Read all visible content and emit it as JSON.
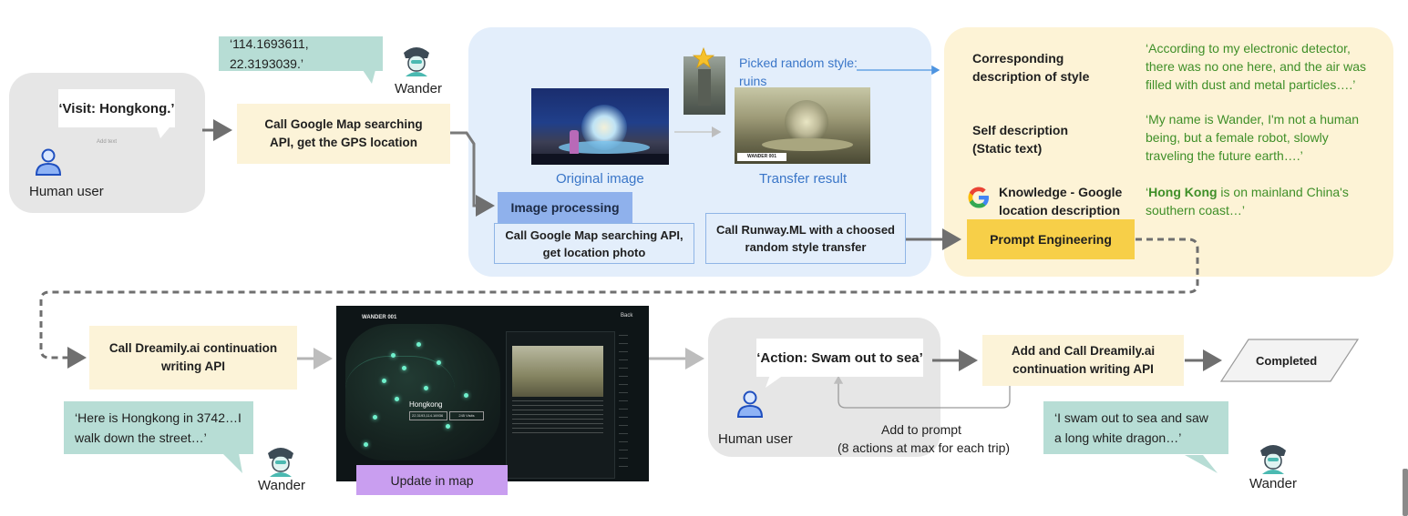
{
  "left": {
    "visit_quote": "‘Visit: Hongkong.’",
    "add_text": "Add text",
    "human_user": "Human user",
    "coords_quote": "‘114.1693611,  22.3193039.’",
    "wander": "Wander",
    "call_map_api": "Call Google Map searching API, get the GPS location"
  },
  "image_panel": {
    "picked_style": "Picked random style: ruins",
    "original_image": "Original image",
    "transfer_result": "Transfer result",
    "image_processing": "Image processing",
    "call_photo_api": "Call Google Map searching API, get location photo",
    "call_runway": "Call Runway.ML with a choosed random style transfer",
    "watermark": "WANDER 001"
  },
  "context_panel": {
    "rows": [
      {
        "head": "Corresponding description of style",
        "text": "‘According to my electronic detector, there was no one here,  and the air was filled with dust and metal particles….’"
      },
      {
        "head": "Self description (Static text)",
        "text": "‘My name is Wander, I'm not a human being, but a female robot,  slowly traveling the future earth….’"
      },
      {
        "head": "Knowledge - Google location description",
        "text_bold": "Hong Kong",
        "text": " is on mainland China's southern coast…’",
        "text_open": "‘"
      }
    ],
    "prompt_engineering": "Prompt Engineering"
  },
  "bottom": {
    "dreamily_call": "Call Dreamily.ai continuation writing API",
    "hongkong_quote": "‘Here is Hongkong in 3742…I walk down the street…’",
    "wander": "Wander",
    "update_map": "Update in map",
    "map_title": "WANDER 001",
    "map_back": "Back",
    "map_place": "Hongkong",
    "map_coords": "22.3193,114.16936",
    "map_visits": "245 Visits",
    "action_quote": "‘Action: Swam out to sea’",
    "human_user": "Human user",
    "add_to_prompt": "Add to prompt",
    "max_actions": "(8 actions at max for each trip)",
    "add_and_call": "Add and Call Dreamily.ai continuation writing API",
    "completed": "Completed",
    "sea_quote": "‘I swam out to sea and saw a long white dragon…’",
    "wander2": "Wander"
  },
  "colors": {
    "panel_gray": "#e6e6e6",
    "panel_blue": "#e3eefb",
    "panel_yellow": "#fdf3d6",
    "step_yellow": "#fcf3d8",
    "teal_bubble": "#b7ddd5",
    "purple": "#c79cf0",
    "blue_label": "#3a76c8",
    "green_text": "#3f8f28",
    "arrow": "#7a7a7a"
  }
}
